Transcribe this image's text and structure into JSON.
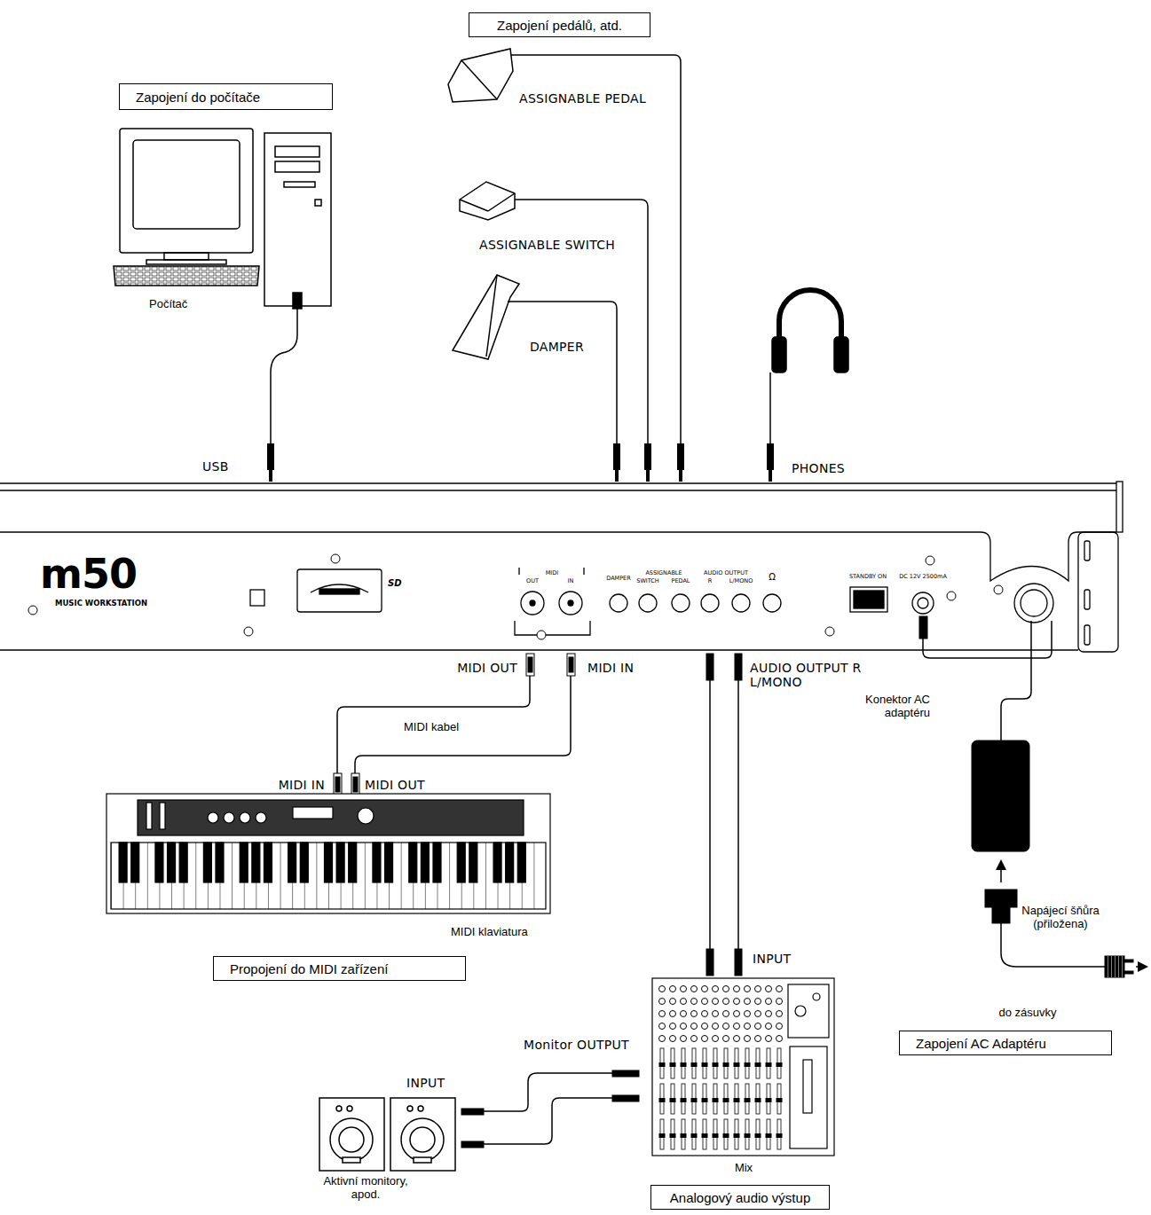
{
  "diagram": {
    "nodes": [
      {
        "text": [
          "Zapojení pedálů, atd."
        ]
      },
      {
        "text": [
          "Zapojení do počítače"
        ]
      },
      {
        "text": [
          "Propojení do MIDI zařízení"
        ]
      },
      {
        "text": [
          "Zapojení AC Adaptéru"
        ]
      },
      {
        "text": [
          "Analogový audio výstup"
        ]
      }
    ],
    "labels": [
      "Počítač",
      "USB",
      "ASSIGNABLE PEDAL",
      "ASSIGNABLE SWITCH",
      "DAMPER",
      "PHONES",
      "m50",
      "MUSIC WORKSTATION",
      "SD",
      "MIDI",
      "OUT",
      "IN",
      "DAMPER",
      "ASSIGNABLE",
      "SWITCH",
      "PEDAL",
      "AUDIO OUTPUT",
      "R",
      "L/MONO",
      "Ω",
      "STANDBY ON",
      "DC 12V 2500mA",
      "MIDI OUT",
      "MIDI IN",
      "AUDIO OUTPUT R L/MONO",
      "Konektor AC adaptéru",
      "MIDI kabel",
      "MIDI IN",
      "MIDI OUT",
      "MIDI klaviatura",
      "INPUT",
      "Monitor OUTPUT",
      "INPUT",
      "Mix",
      "Aktivní monitory, apod.",
      "Napájecí šňůra (přiložena)",
      "do zásuvky"
    ]
  }
}
